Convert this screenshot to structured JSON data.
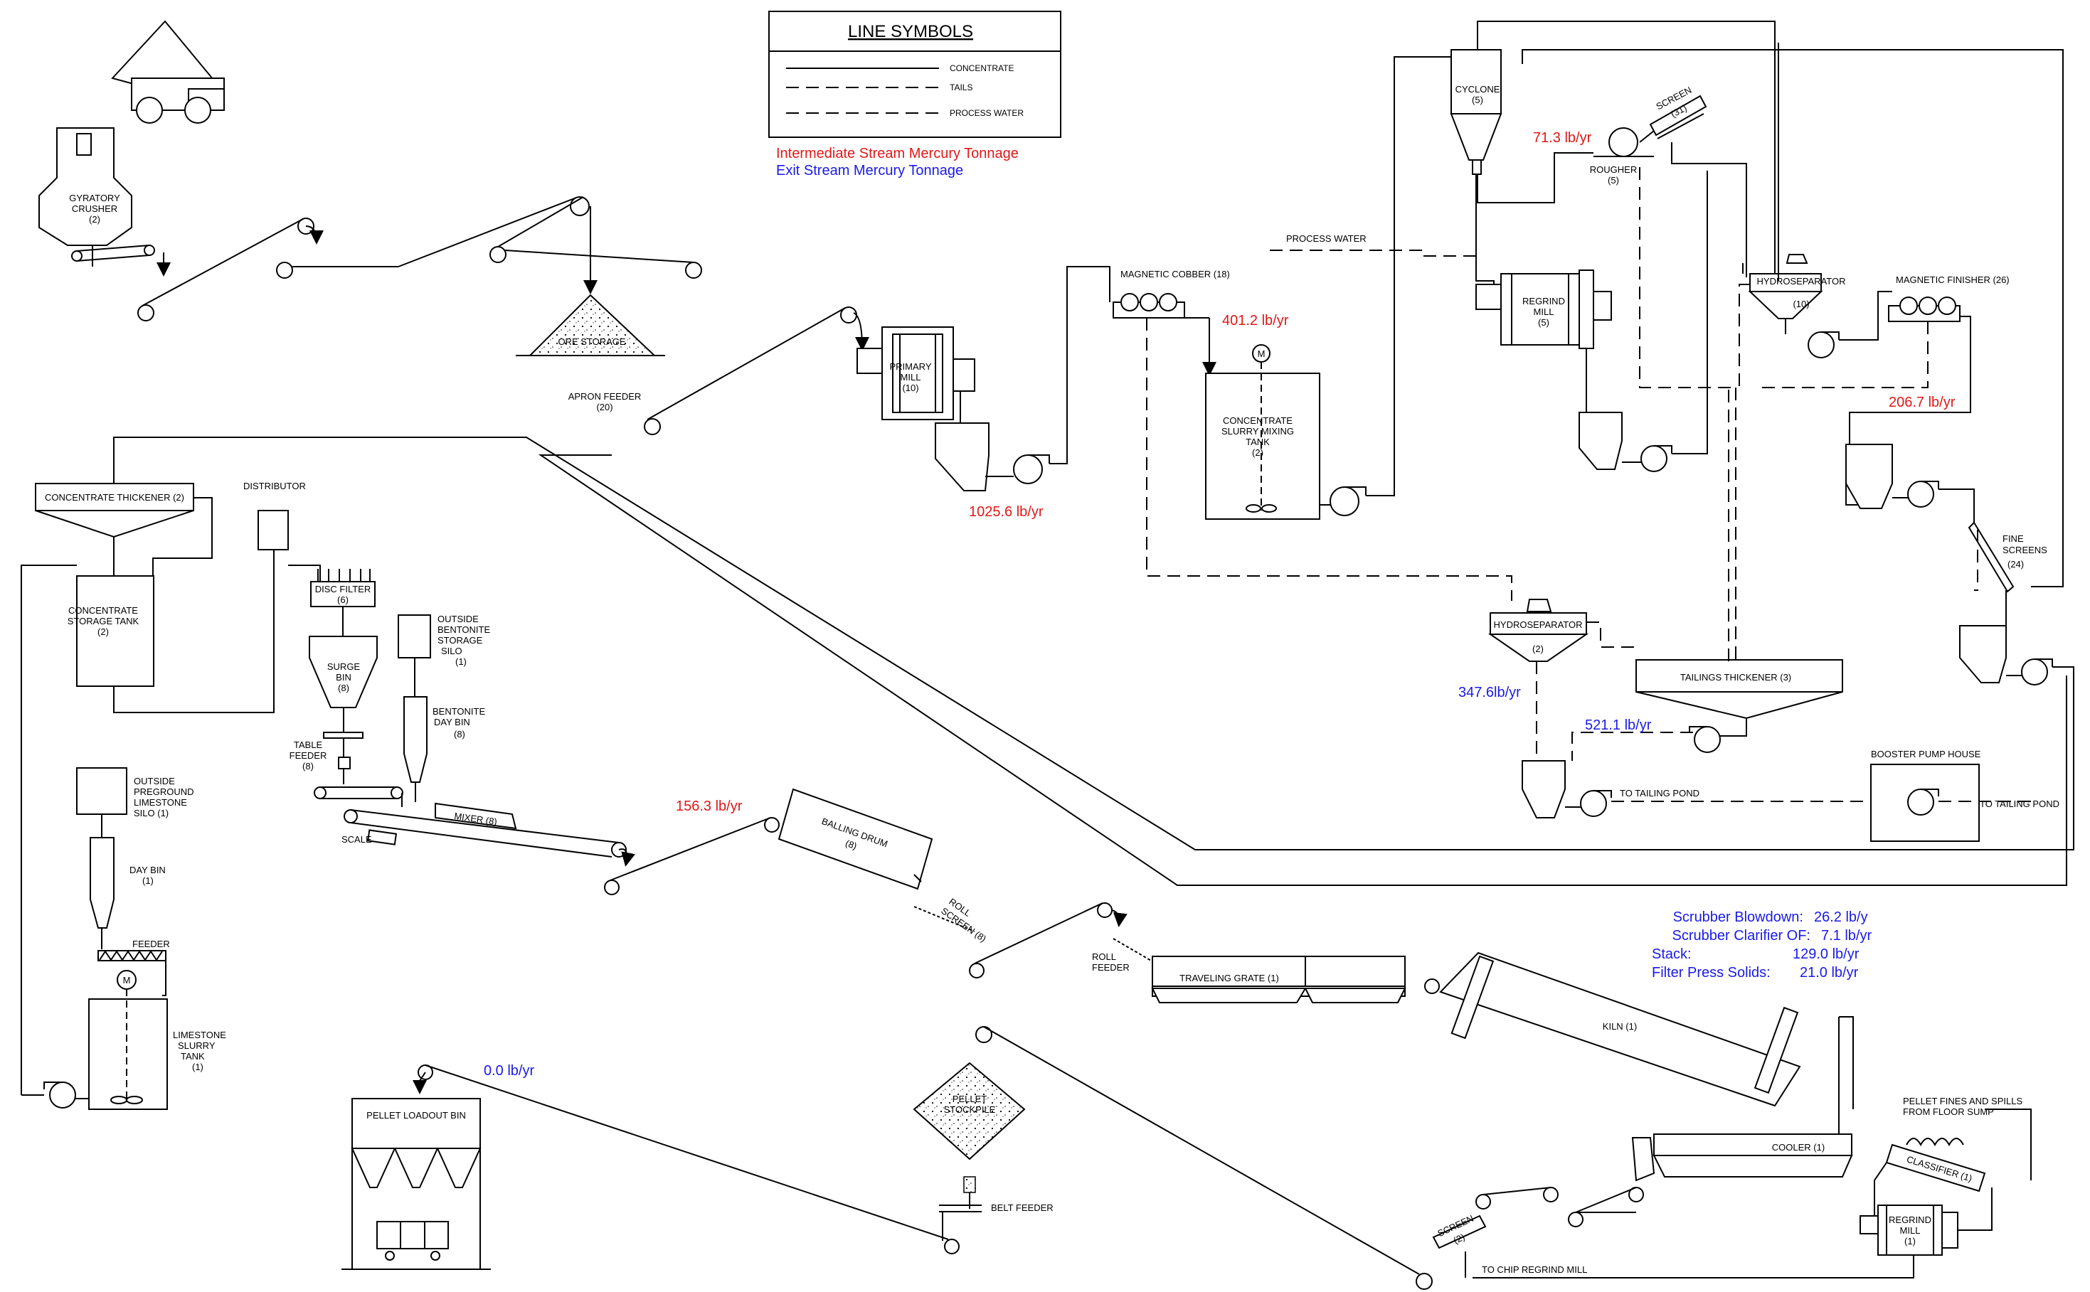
{
  "legend": {
    "title": "LINE  SYMBOLS",
    "concentrate": "CONCENTRATE",
    "tails": "TAILS",
    "process_water": "PROCESS  WATER",
    "intermediate_note": "Intermediate Stream Mercury Tonnage",
    "exit_note": "Exit Stream Mercury Tonnage"
  },
  "colors": {
    "intermediate": "#e01818",
    "exit": "#1a1ae6"
  },
  "equipment": {
    "gyratory_crusher": [
      "GYRATORY",
      "CRUSHER",
      "(2)"
    ],
    "ore_storage": "ORE  STORAGE",
    "apron_feeder": [
      "APRON  FEEDER",
      "(20)"
    ],
    "primary_mill": [
      "PRIMARY",
      "MILL",
      "(10)"
    ],
    "magnetic_cobber": "MAGNETIC  COBBER  (18)",
    "process_water": "PROCESS  WATER",
    "concentrate_slurry_mixing_tank": [
      "CONCENTRATE",
      "SLURRY  MIXING",
      "TANK",
      "(2)"
    ],
    "cyclone": [
      "CYCLONE",
      "(5)"
    ],
    "regrind_mill_5": [
      "REGRIND",
      "MILL",
      "(5)"
    ],
    "rougher": [
      "ROUGHER",
      "(5)"
    ],
    "screen_31": [
      "SCREEN",
      "(31)"
    ],
    "hydroseparator_10": [
      "HYDROSEPARATOR",
      "(10)"
    ],
    "magnetic_finisher": "MAGNETIC  FINISHER  (26)",
    "fine_screens": [
      "FINE",
      "SCREENS",
      "(24)"
    ],
    "hydroseparator_2": [
      "HYDROSEPARATOR",
      "(2)"
    ],
    "tailings_thickener": "TAILINGS  THICKENER    (3)",
    "booster_pump_house": "BOOSTER  PUMP  HOUSE",
    "to_tailing_pond_1": "TO  TAILING  POND",
    "to_tailing_pond_2": "TO  TAILING  POND",
    "concentrate_thickener": "CONCENTRATE  THICKENER  (2)",
    "concentrate_storage_tank": [
      "CONCENTRATE",
      "STORAGE  TANK",
      "(2)"
    ],
    "distributor": "DISTRIBUTOR",
    "disc_filter": [
      "DISC  FILTER",
      "(6)"
    ],
    "surge_bin": [
      "SURGE",
      "BIN",
      "(8)"
    ],
    "table_feeder": [
      "TABLE",
      "FEEDER",
      "(8)"
    ],
    "scale": "SCALE",
    "mixer": "MIXER  (8)",
    "outside_bentonite": [
      "OUTSIDE",
      "BENTONITE",
      "STORAGE",
      "SILO",
      "(1)"
    ],
    "bentonite_day_bin": [
      "BENTONITE",
      "DAY  BIN",
      "(8)"
    ],
    "outside_limestone": [
      "OUTSIDE",
      "PREGROUND",
      "LIMESTONE",
      "SILO  (1)"
    ],
    "day_bin": [
      "DAY  BIN",
      "(1)"
    ],
    "feeder": "FEEDER",
    "limestone_slurry_tank": [
      "LIMESTONE",
      "SLURRY",
      "TANK",
      "(1)"
    ],
    "balling_drum": [
      "BALLING  DRUM",
      "(8)"
    ],
    "roll_screen": [
      "ROLL",
      "SCREEN  (8)"
    ],
    "roll_feeder": [
      "ROLL",
      "FEEDER"
    ],
    "traveling_grate": "TRAVELING  GRATE  (1)",
    "kiln": "KILN  (1)",
    "cooler": "COOLER  (1)",
    "pellet_fines": [
      "PELLET  FINES  AND  SPILLS",
      "FROM  FLOOR  SUMP"
    ],
    "classifier": "CLASSIFIER  (1)",
    "regrind_mill_1": [
      "REGRIND",
      "MILL",
      "(1)"
    ],
    "screen_2": [
      "SCREEN",
      "(2)"
    ],
    "to_chip_regrind_mill": "TO  CHIP  REGRIND  MILL",
    "pellet_stockpile": [
      "PELLET",
      "STOCKPILE"
    ],
    "belt_feeder": "BELT  FEEDER",
    "pellet_loadout_bin": "PELLET  LOADOUT  BIN",
    "motor": "M"
  },
  "mercury_tonnage": {
    "primary_mill_discharge": "1025.6 lb/yr",
    "cobber": "401.2 lb/yr",
    "rougher": "71.3 lb/yr",
    "finisher": "206.7 lb/yr",
    "hydroseparator_2": "347.6lb/yr",
    "tailings": "521.1 lb/yr",
    "balling": "156.3 lb/yr",
    "pellet_loadout": "0.0 lb/yr"
  },
  "scrubber_table": [
    {
      "label": "Scrubber Blowdown:",
      "value": "26.2  lb/y"
    },
    {
      "label": "Scrubber Clarifier OF:",
      "value": "7.1 lb/yr"
    },
    {
      "label": "Stack:",
      "value": "129.0 lb/yr"
    },
    {
      "label": "Filter Press Solids:",
      "value": "21.0 lb/yr"
    }
  ]
}
